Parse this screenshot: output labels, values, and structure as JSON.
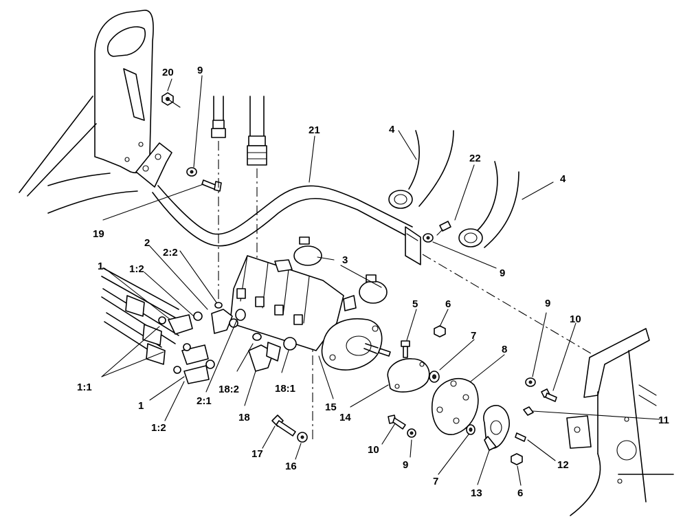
{
  "callouts": [
    {
      "id": "c20",
      "text": "20"
    },
    {
      "id": "c9a",
      "text": "9"
    },
    {
      "id": "c21",
      "text": "21"
    },
    {
      "id": "c4a",
      "text": "4"
    },
    {
      "id": "c22",
      "text": "22"
    },
    {
      "id": "c4b",
      "text": "4"
    },
    {
      "id": "c19",
      "text": "19"
    },
    {
      "id": "c9b",
      "text": "9"
    },
    {
      "id": "c2",
      "text": "2"
    },
    {
      "id": "c2_2",
      "text": "2:2"
    },
    {
      "id": "c3",
      "text": "3"
    },
    {
      "id": "c1a",
      "text": "1"
    },
    {
      "id": "c1_2a",
      "text": "1:2"
    },
    {
      "id": "c5",
      "text": "5"
    },
    {
      "id": "c6a",
      "text": "6"
    },
    {
      "id": "c9c",
      "text": "9"
    },
    {
      "id": "c10a",
      "text": "10"
    },
    {
      "id": "c7a",
      "text": "7"
    },
    {
      "id": "c8",
      "text": "8"
    },
    {
      "id": "c1_1",
      "text": "1:1"
    },
    {
      "id": "c1b",
      "text": "1"
    },
    {
      "id": "c2_1",
      "text": "2:1"
    },
    {
      "id": "c18_2",
      "text": "18:2"
    },
    {
      "id": "c18_1",
      "text": "18:1"
    },
    {
      "id": "c15",
      "text": "15"
    },
    {
      "id": "c14",
      "text": "14"
    },
    {
      "id": "c11",
      "text": "11"
    },
    {
      "id": "c1_2b",
      "text": "1:2"
    },
    {
      "id": "c18",
      "text": "18"
    },
    {
      "id": "c10b",
      "text": "10"
    },
    {
      "id": "c12",
      "text": "12"
    },
    {
      "id": "c17",
      "text": "17"
    },
    {
      "id": "c9d",
      "text": "9"
    },
    {
      "id": "c7b",
      "text": "7"
    },
    {
      "id": "c16",
      "text": "16"
    },
    {
      "id": "c13",
      "text": "13"
    },
    {
      "id": "c6b",
      "text": "6"
    }
  ]
}
